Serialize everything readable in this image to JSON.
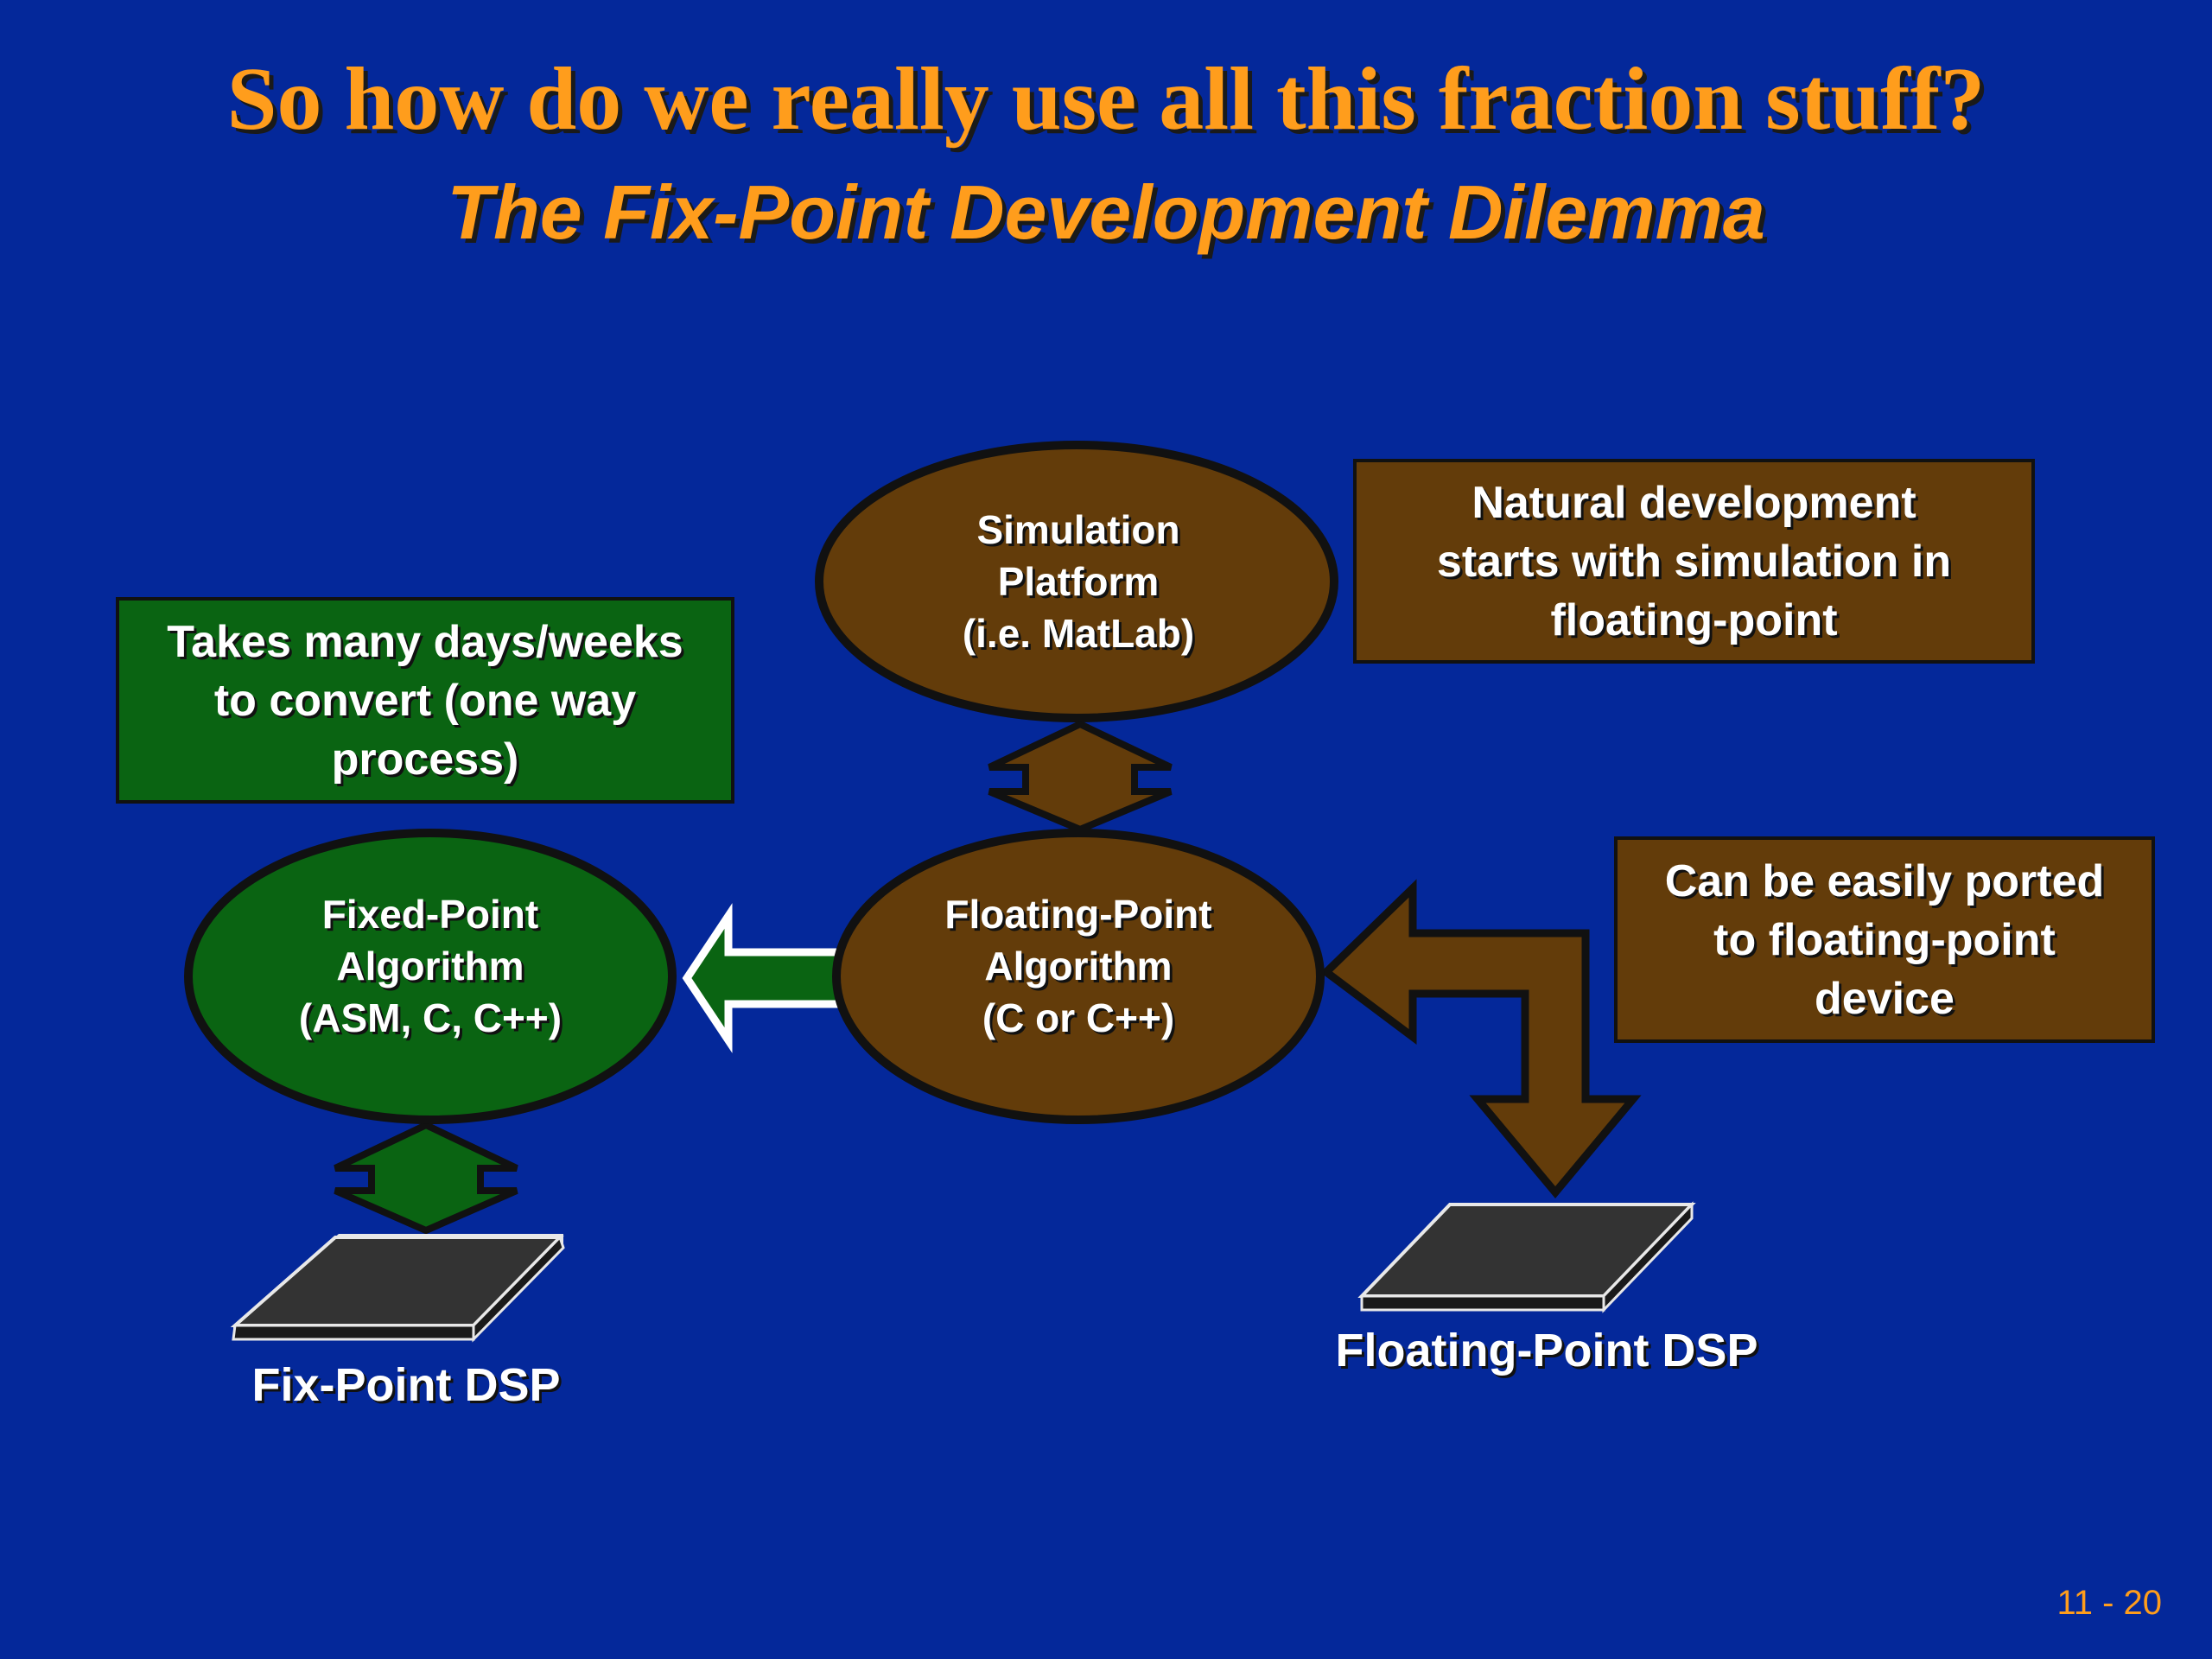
{
  "slide": {
    "title": "So how do we really use all this fraction stuff?",
    "subtitle": "The Fix-Point Development Dilemma",
    "page_number": "11 - 20"
  },
  "nodes": {
    "simulation_platform": "Simulation\nPlatform\n(i.e. MatLab)",
    "floating_point_algorithm": "Floating-Point\nAlgorithm\n(C or C++)",
    "fixed_point_algorithm": "Fixed-Point\nAlgorithm\n(ASM, C, C++)"
  },
  "callouts": {
    "natural_development": "Natural development\nstarts with simulation in\nfloating-point",
    "takes_many_days": "Takes many days/weeks\nto convert (one way\nprocess)",
    "easily_ported": "Can be easily ported\nto floating-point\ndevice"
  },
  "devices": {
    "fix_point_dsp": "Fix-Point DSP",
    "floating_point_dsp": "Floating-Point DSP"
  },
  "colors": {
    "background": "#04289a",
    "title": "#ff9d1c",
    "brown": "#633c0a",
    "green": "#0a6412",
    "chip": "#333333"
  }
}
